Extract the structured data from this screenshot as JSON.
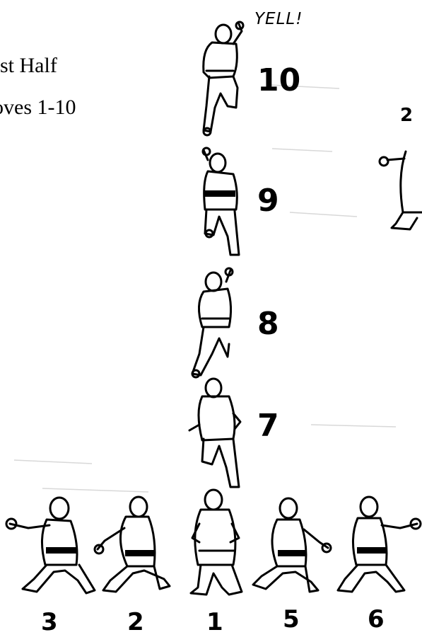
{
  "header": {
    "title": "rst Half",
    "subtitle": "oves 1-10"
  },
  "callout": {
    "yell": "YELL!"
  },
  "diagram": {
    "moves": [
      {
        "label": "10"
      },
      {
        "label": "9"
      },
      {
        "label": "8"
      },
      {
        "label": "7"
      },
      {
        "label": "3"
      },
      {
        "label": "2"
      },
      {
        "label": "1"
      },
      {
        "label": "5"
      },
      {
        "label": "6"
      }
    ],
    "next_half_peek": "2"
  },
  "colors": {
    "ink": "#000000",
    "paper": "#ffffff",
    "ghost_ink": "#cfcfcf"
  }
}
